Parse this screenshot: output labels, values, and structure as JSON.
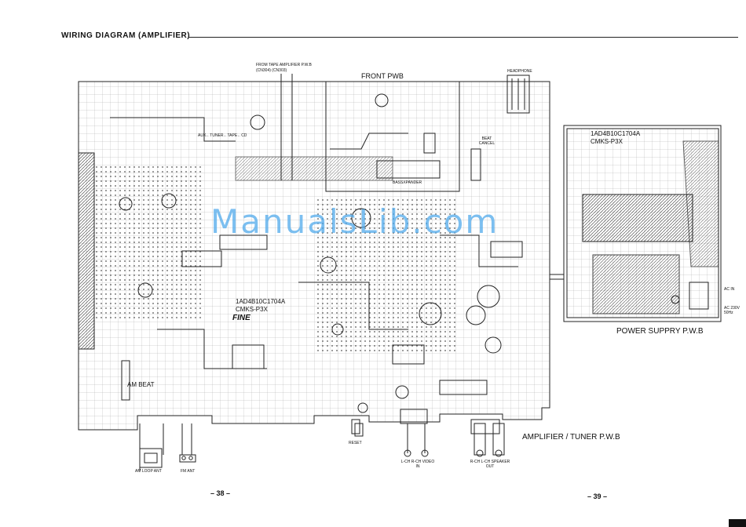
{
  "title": "WIRING DIAGRAM (AMPLIFIER)",
  "labels": {
    "front_pwb": "FRONT PWB",
    "from_tape": "FROM TAPE AMPLIFIER P.W.B",
    "from_tape_cn": "(CN304) (CN303)",
    "aux_tuner": "AUX←TUNER←TAPE←CD",
    "headphone": "HEADPHONE",
    "beat_cancel": "BEAT CANCEL",
    "bassxpander": "BASSXPANDER",
    "board_code": "1AD4B10C1704A",
    "board_code2": "CMKS-P3X",
    "fine": "FINE",
    "am_beat": "AM BEAT",
    "power_pwb": "POWER SUPPRY P.W.B",
    "power_code": "1AD4B10C1704A",
    "power_code2": "CMKS-P3X",
    "ac_in": "AC IN",
    "ac_230": "AC 230V 50Hz",
    "amp_tuner": "AMPLIFIER / TUNER P.W.B",
    "am_loop": "AM LOOP ANT",
    "fm_ant": "FM ANT",
    "reset": "RESET",
    "video_in": "L-CH R-CH VIDEO IN",
    "speaker_out": "R-CH L-CH SPEAKER OUT"
  },
  "watermark": "ManualsLib.com",
  "page_left": "– 38 –",
  "page_right": "– 39 –"
}
